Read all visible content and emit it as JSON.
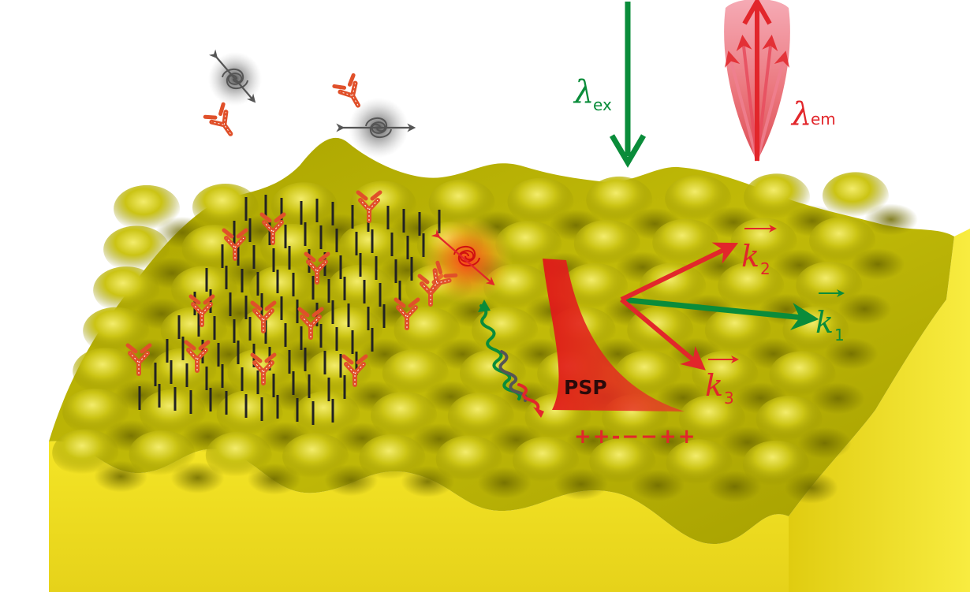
{
  "colors": {
    "excitation": "#0a8c3a",
    "emission": "#e2262b",
    "antibody": "#e0502a",
    "gold_top": "#b9b300",
    "gold_side": "#f2e21a",
    "probe": "#222222"
  },
  "labels": {
    "lambda_ex": {
      "symbol": "λ",
      "sub": "ex"
    },
    "lambda_em": {
      "symbol": "λ",
      "sub": "em"
    },
    "k1": {
      "symbol": "k",
      "sub": "1"
    },
    "k2": {
      "symbol": "k",
      "sub": "2"
    },
    "k3": {
      "symbol": "k",
      "sub": "3"
    },
    "psp": "PSP",
    "charges": "++-−−++"
  },
  "icons": [
    "incident-light-arrow-icon",
    "emitted-light-cone-icon",
    "antibody-icon",
    "fluorophore-icon",
    "capture-probe-icon",
    "wavy-coupling-arrow-icon",
    "grating-vector-arrow-icon"
  ]
}
